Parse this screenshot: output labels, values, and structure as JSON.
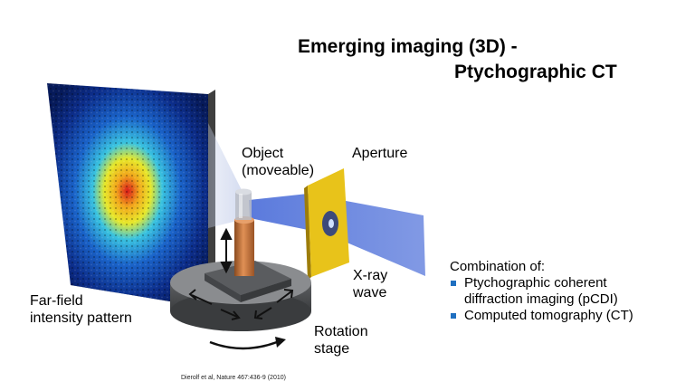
{
  "slide": {
    "title_line1": "Emerging imaging (3D) -",
    "title_line2": "Ptychographic CT"
  },
  "labels": {
    "object_line1": "Object",
    "object_line2": "(moveable)",
    "aperture": "Aperture",
    "farfield_line1": "Far-field",
    "farfield_line2": "intensity pattern",
    "xray_line1": "X-ray",
    "xray_line2": "wave",
    "rotation_line1": "Rotation",
    "rotation_line2": "stage"
  },
  "panel": {
    "heading": "Combination of:",
    "items": [
      {
        "line1": "Ptychographic coherent",
        "line2": "diffraction imaging (pCDI)"
      },
      {
        "line1": "Computed tomography (CT)"
      }
    ],
    "bullet_color": "#1f6fc0"
  },
  "citation": "Dierolf et al, Nature 467:436-9 (2010)",
  "colors": {
    "beam": "#3e63d6",
    "aperture_face": "#e8c31a",
    "stage": "#6d6f72",
    "post": "#c8743a"
  }
}
